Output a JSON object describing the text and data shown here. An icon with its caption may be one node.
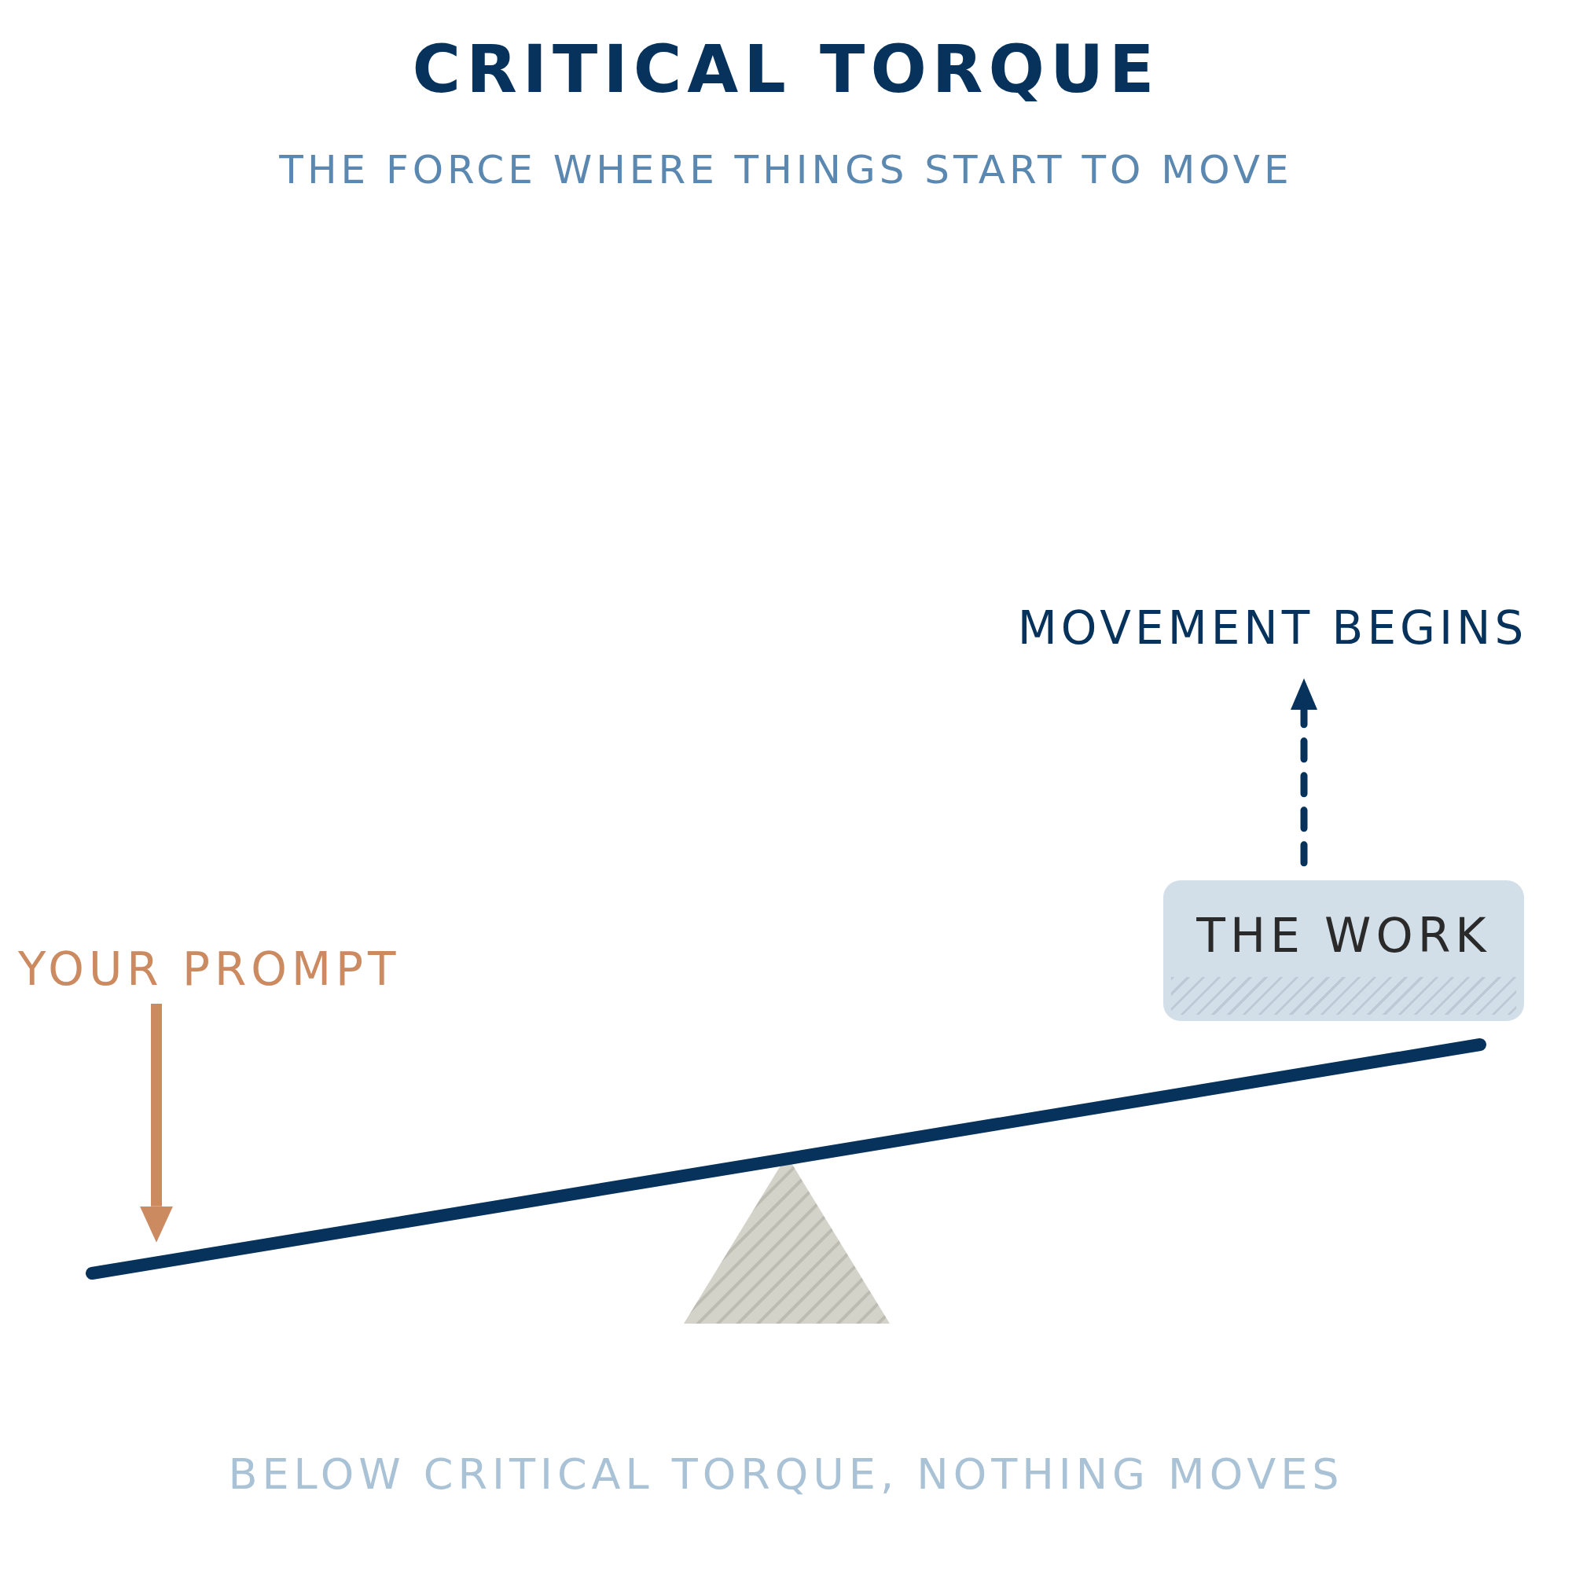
{
  "diagram": {
    "title": "CRITICAL TORQUE",
    "caption": "BELOW CRITICAL TORQUE, NOTHING MOVES",
    "nodes": [
      {
        "text": [
          "MOVEMENT BEGINS"
        ]
      },
      {
        "text": [
          "THE WORK"
        ]
      },
      {
        "text": [
          "YOUR PROMPT"
        ]
      },
      {
        "text": [],
        "shape": "bar"
      },
      {
        "text": [],
        "shape": "triangle"
      }
    ],
    "edges": [
      {
        "from": 1,
        "to": 0,
        "arrow": "to",
        "style": "dashed",
        "color": "#06325b"
      },
      {
        "from": 2,
        "to": 3,
        "arrow": "to",
        "color": "#cc8a61"
      }
    ],
    "labels": [
      "THE FORCE WHERE THINGS START TO MOVE"
    ]
  }
}
